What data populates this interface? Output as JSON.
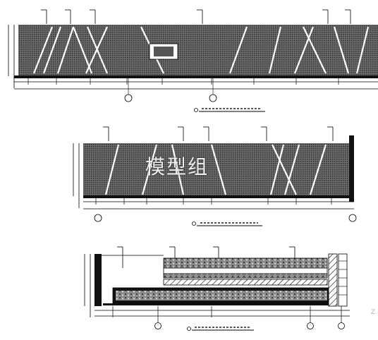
{
  "watermark": {
    "text": "模型组"
  },
  "corner": {
    "text": "Z"
  },
  "drawing": {
    "ink_color": "#000000",
    "fill_color": "#3a3a3a",
    "paper_color": "#ffffff",
    "panels": [
      {
        "name": "elevation-a",
        "label_icon": "grid-bubble-icon"
      },
      {
        "name": "elevation-b",
        "label_icon": "grid-bubble-icon"
      },
      {
        "name": "section-c",
        "label_icon": "grid-bubble-icon"
      }
    ]
  }
}
